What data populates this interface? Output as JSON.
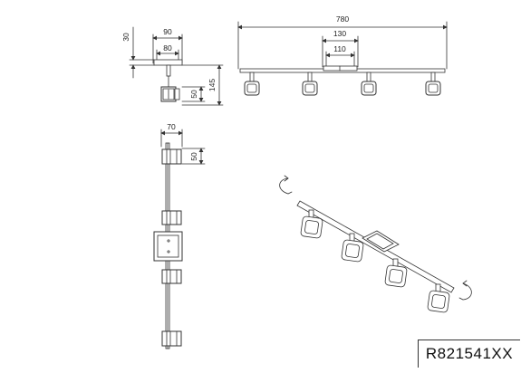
{
  "drawing": {
    "model_code": "R821541XX",
    "side_view": {
      "width_total": "90",
      "width_inner": "80",
      "top_offset": "30",
      "head_height": "50",
      "total_height": "145"
    },
    "front_view": {
      "length": "780",
      "center_width": "130",
      "center_inner": "110"
    },
    "top_view": {
      "width": "70",
      "head_size": "50"
    }
  }
}
